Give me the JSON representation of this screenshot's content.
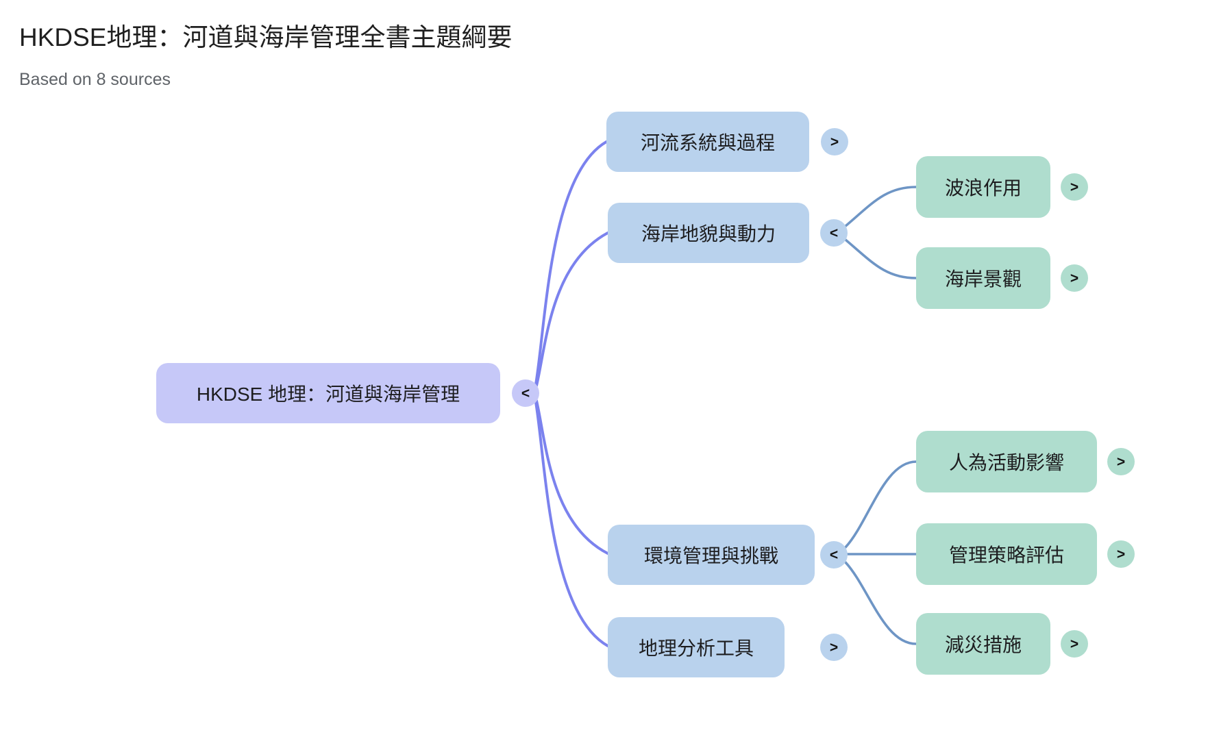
{
  "header": {
    "title": "HKDSE地理：河道與海岸管理全書主題綱要",
    "subtitle": "Based on 8 sources"
  },
  "colors": {
    "root_node": "#c6c8f8",
    "level1_node": "#b9d2ed",
    "level2_node": "#afddce",
    "root_connector": "#7b82ee",
    "branch_connector": "#6e95c5",
    "text": "#1d1d1f",
    "subtitle_text": "#5f6368",
    "background": "#ffffff"
  },
  "mindmap": {
    "nodes": [
      {
        "id": "root",
        "label": "HKDSE 地理：河道與海岸管理",
        "toggle": "<",
        "level": "root"
      },
      {
        "id": "rivers",
        "label": "河流系統與過程",
        "toggle": ">",
        "level": "1"
      },
      {
        "id": "coastal-landforms",
        "label": "海岸地貌與動力",
        "toggle": "<",
        "level": "1"
      },
      {
        "id": "env-management",
        "label": "環境管理與挑戰",
        "toggle": "<",
        "level": "1"
      },
      {
        "id": "geo-tools",
        "label": "地理分析工具",
        "toggle": ">",
        "level": "1"
      },
      {
        "id": "wave-action",
        "label": "波浪作用",
        "toggle": ">",
        "level": "2"
      },
      {
        "id": "coastal-landscape",
        "label": "海岸景觀",
        "toggle": ">",
        "level": "2"
      },
      {
        "id": "human-impact",
        "label": "人為活動影響",
        "toggle": ">",
        "level": "2"
      },
      {
        "id": "strategy-eval",
        "label": "管理策略評估",
        "toggle": ">",
        "level": "2"
      },
      {
        "id": "mitigation",
        "label": "減災措施",
        "toggle": ">",
        "level": "2"
      }
    ]
  }
}
